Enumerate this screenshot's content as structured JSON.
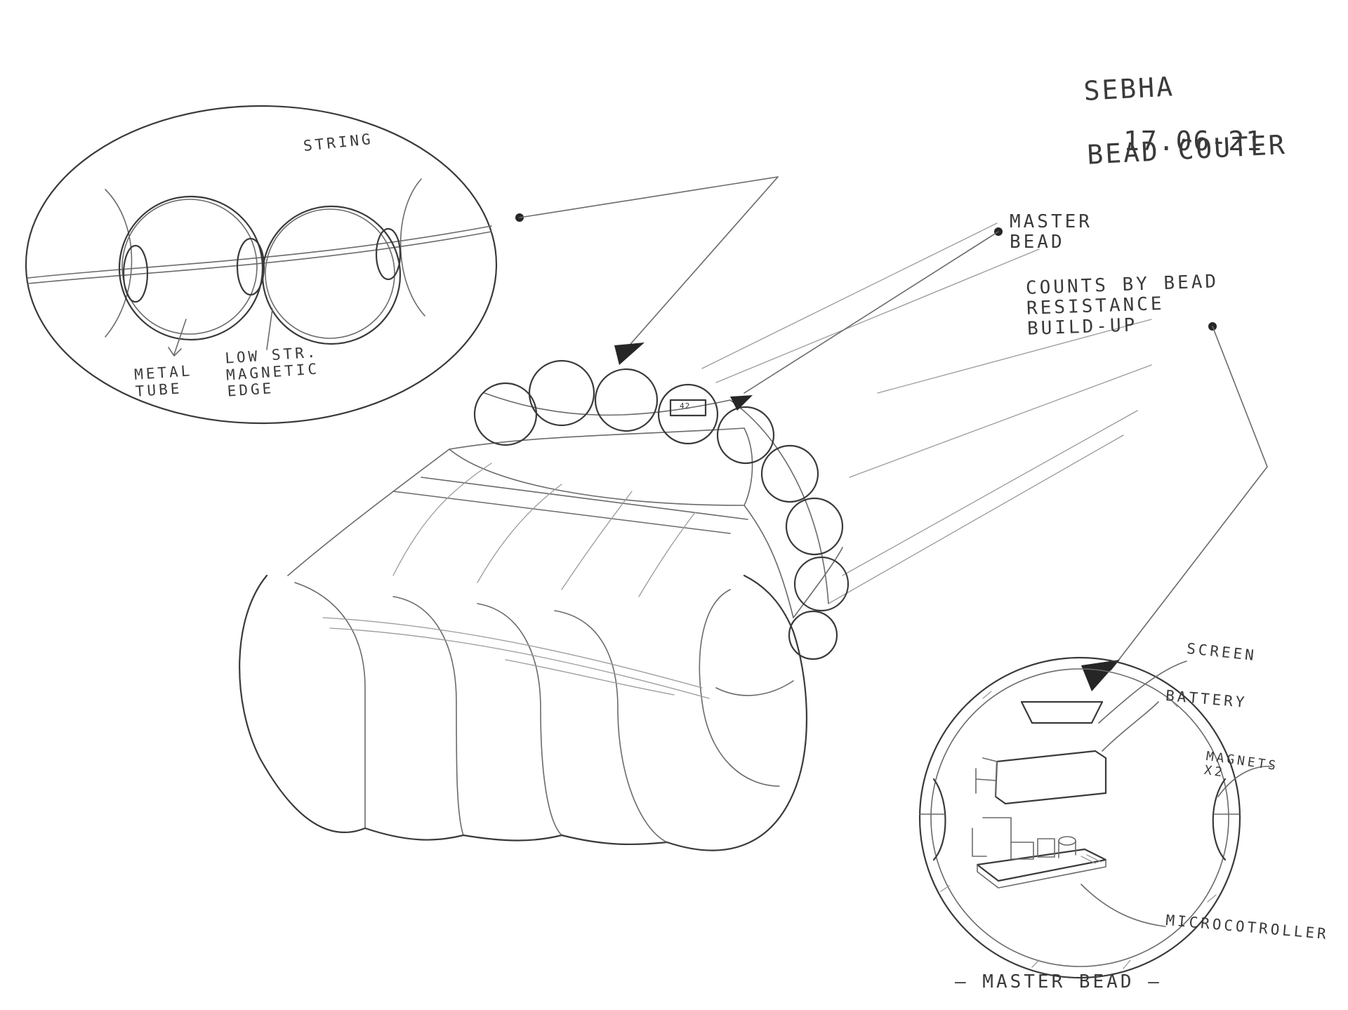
{
  "title": {
    "line1": "SEBHA",
    "line2": "BEAD COUTER",
    "date": "17.06-21"
  },
  "detail_labels": {
    "string": "STRING",
    "metal_tube": "METAL\nTUBE",
    "magnetic_edge": "LOW STR.\nMAGNETIC\nEDGE"
  },
  "master_bead_label": "MASTER\nBEAD",
  "counting_note": "COUNTS BY BEAD\nRESISTANCE\nBUILD-UP",
  "bead_screen_value": "42",
  "cutaway_labels": {
    "screen": "SCREEN",
    "battery": "BATTERY",
    "magnets": "MAGNETS\nX2",
    "microcontroller": "MICROCOTROLLER",
    "caption": "— MASTER BEAD —"
  }
}
